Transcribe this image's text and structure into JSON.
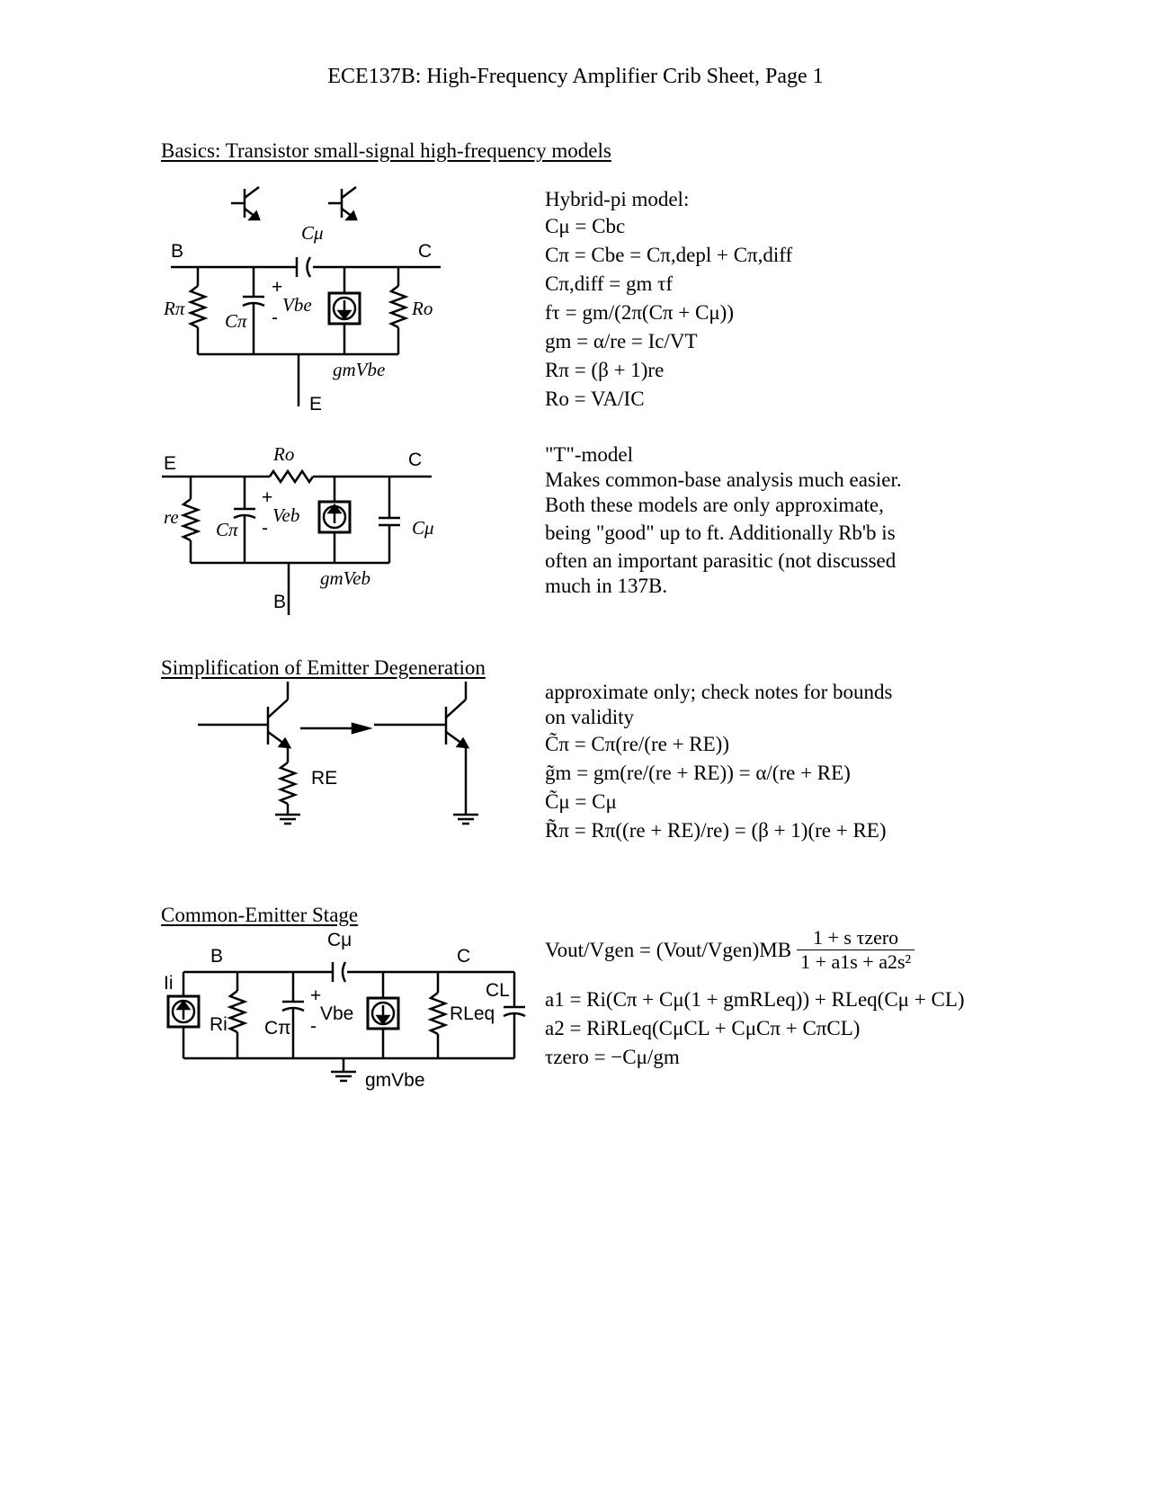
{
  "title": "ECE137B: High-Frequency Amplifier Crib Sheet, Page 1",
  "sections": {
    "basics": "Basics: Transistor small-signal high-frequency models",
    "degeneration": "Simplification of Emitter Degeneration",
    "ce_stage": "Common-Emitter Stage"
  },
  "hybrid_pi": {
    "heading": "Hybrid-pi model:",
    "equations": [
      "Cμ = Cbc",
      "Cπ = Cbe = Cπ,depl + Cπ,diff",
      "Cπ,diff = gm τf",
      "fτ = gm/(2π(Cπ + Cμ))",
      "gm = α/re = Ic/VT",
      "Rπ = (β + 1)re",
      "Ro = VA/IC"
    ]
  },
  "t_model": {
    "heading": "\"T\"-model",
    "lines": [
      "Makes common-base analysis much easier.",
      "Both  these models are only approximate,",
      "being \"good\" up to ft. Additionally Rb'b is",
      "often an important parasitic (not discussed",
      "much in 137B."
    ]
  },
  "degeneration_notes": {
    "lines": [
      "approximate only; check notes for bounds",
      "on validity"
    ],
    "equations": [
      "C̃π = Cπ(re/(re + RE))",
      "g̃m = gm(re/(re + RE)) = α/(re + RE)",
      "C̃μ = Cμ",
      "R̃π = Rπ((re + RE)/re) = (β + 1)(re + RE)"
    ]
  },
  "ce_equations": {
    "gain_lhs": "Vout/Vgen = (Vout/Vgen)MB",
    "gain_num": "1 + s τzero",
    "gain_den": "1 + a1s + a2s²",
    "a1": "a1 = Ri(Cπ + Cμ(1 + gmRLeq)) + RLeq(Cμ + CL)",
    "a2": "a2 = RiRLeq(CμCL + CμCπ + CπCL)",
    "tau": "τzero = −Cμ/gm"
  },
  "circuit_labels": {
    "B": "B",
    "C": "C",
    "E": "E",
    "Cmu": "Cμ",
    "Cpi": "Cπ",
    "Rpi": "Rπ",
    "Ro": "Ro",
    "re": "re",
    "Vbe": "Vbe",
    "Veb": "Veb",
    "gmVbe": "gmVbe",
    "gmVeb": "gmVeb",
    "plus": "+",
    "minus": "-",
    "RE": "RE",
    "Ii": "Ii",
    "Ri": "Ri",
    "RLeq": "RLeq",
    "CL": "CL"
  }
}
